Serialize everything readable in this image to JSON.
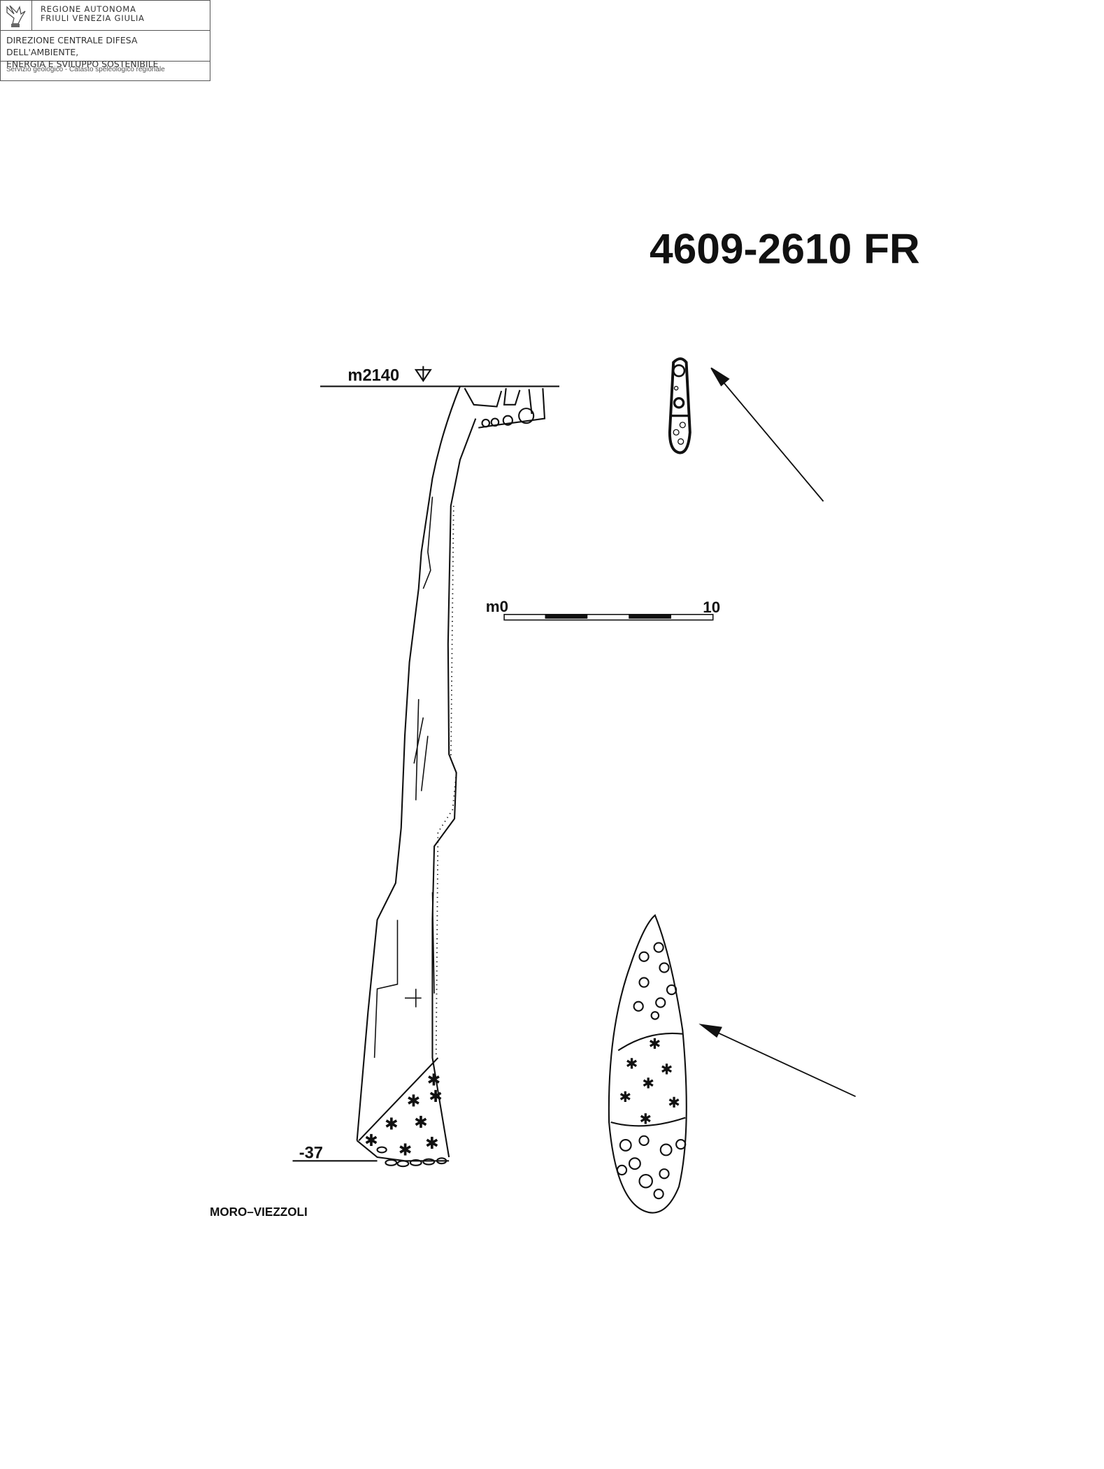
{
  "header": {
    "region_line1": "REGIONE AUTONOMA",
    "region_line2": "FRIULI VENEZIA GIULIA",
    "directorate_line1": "DIREZIONE CENTRALE DIFESA DELL'AMBIENTE,",
    "directorate_line2": "ENERGIA E SVILUPPO SOSTENIBILE",
    "service": "Servizio geologico - Catasto speleologico regionale"
  },
  "cave_id": "4609-2610 FR",
  "survey": {
    "entrance_altitude": "m2140",
    "depth_label": "-37",
    "scale_start": "m0",
    "scale_end": "10",
    "scale_value_m": 10,
    "authors": "MORO–VIEZZOLI"
  }
}
